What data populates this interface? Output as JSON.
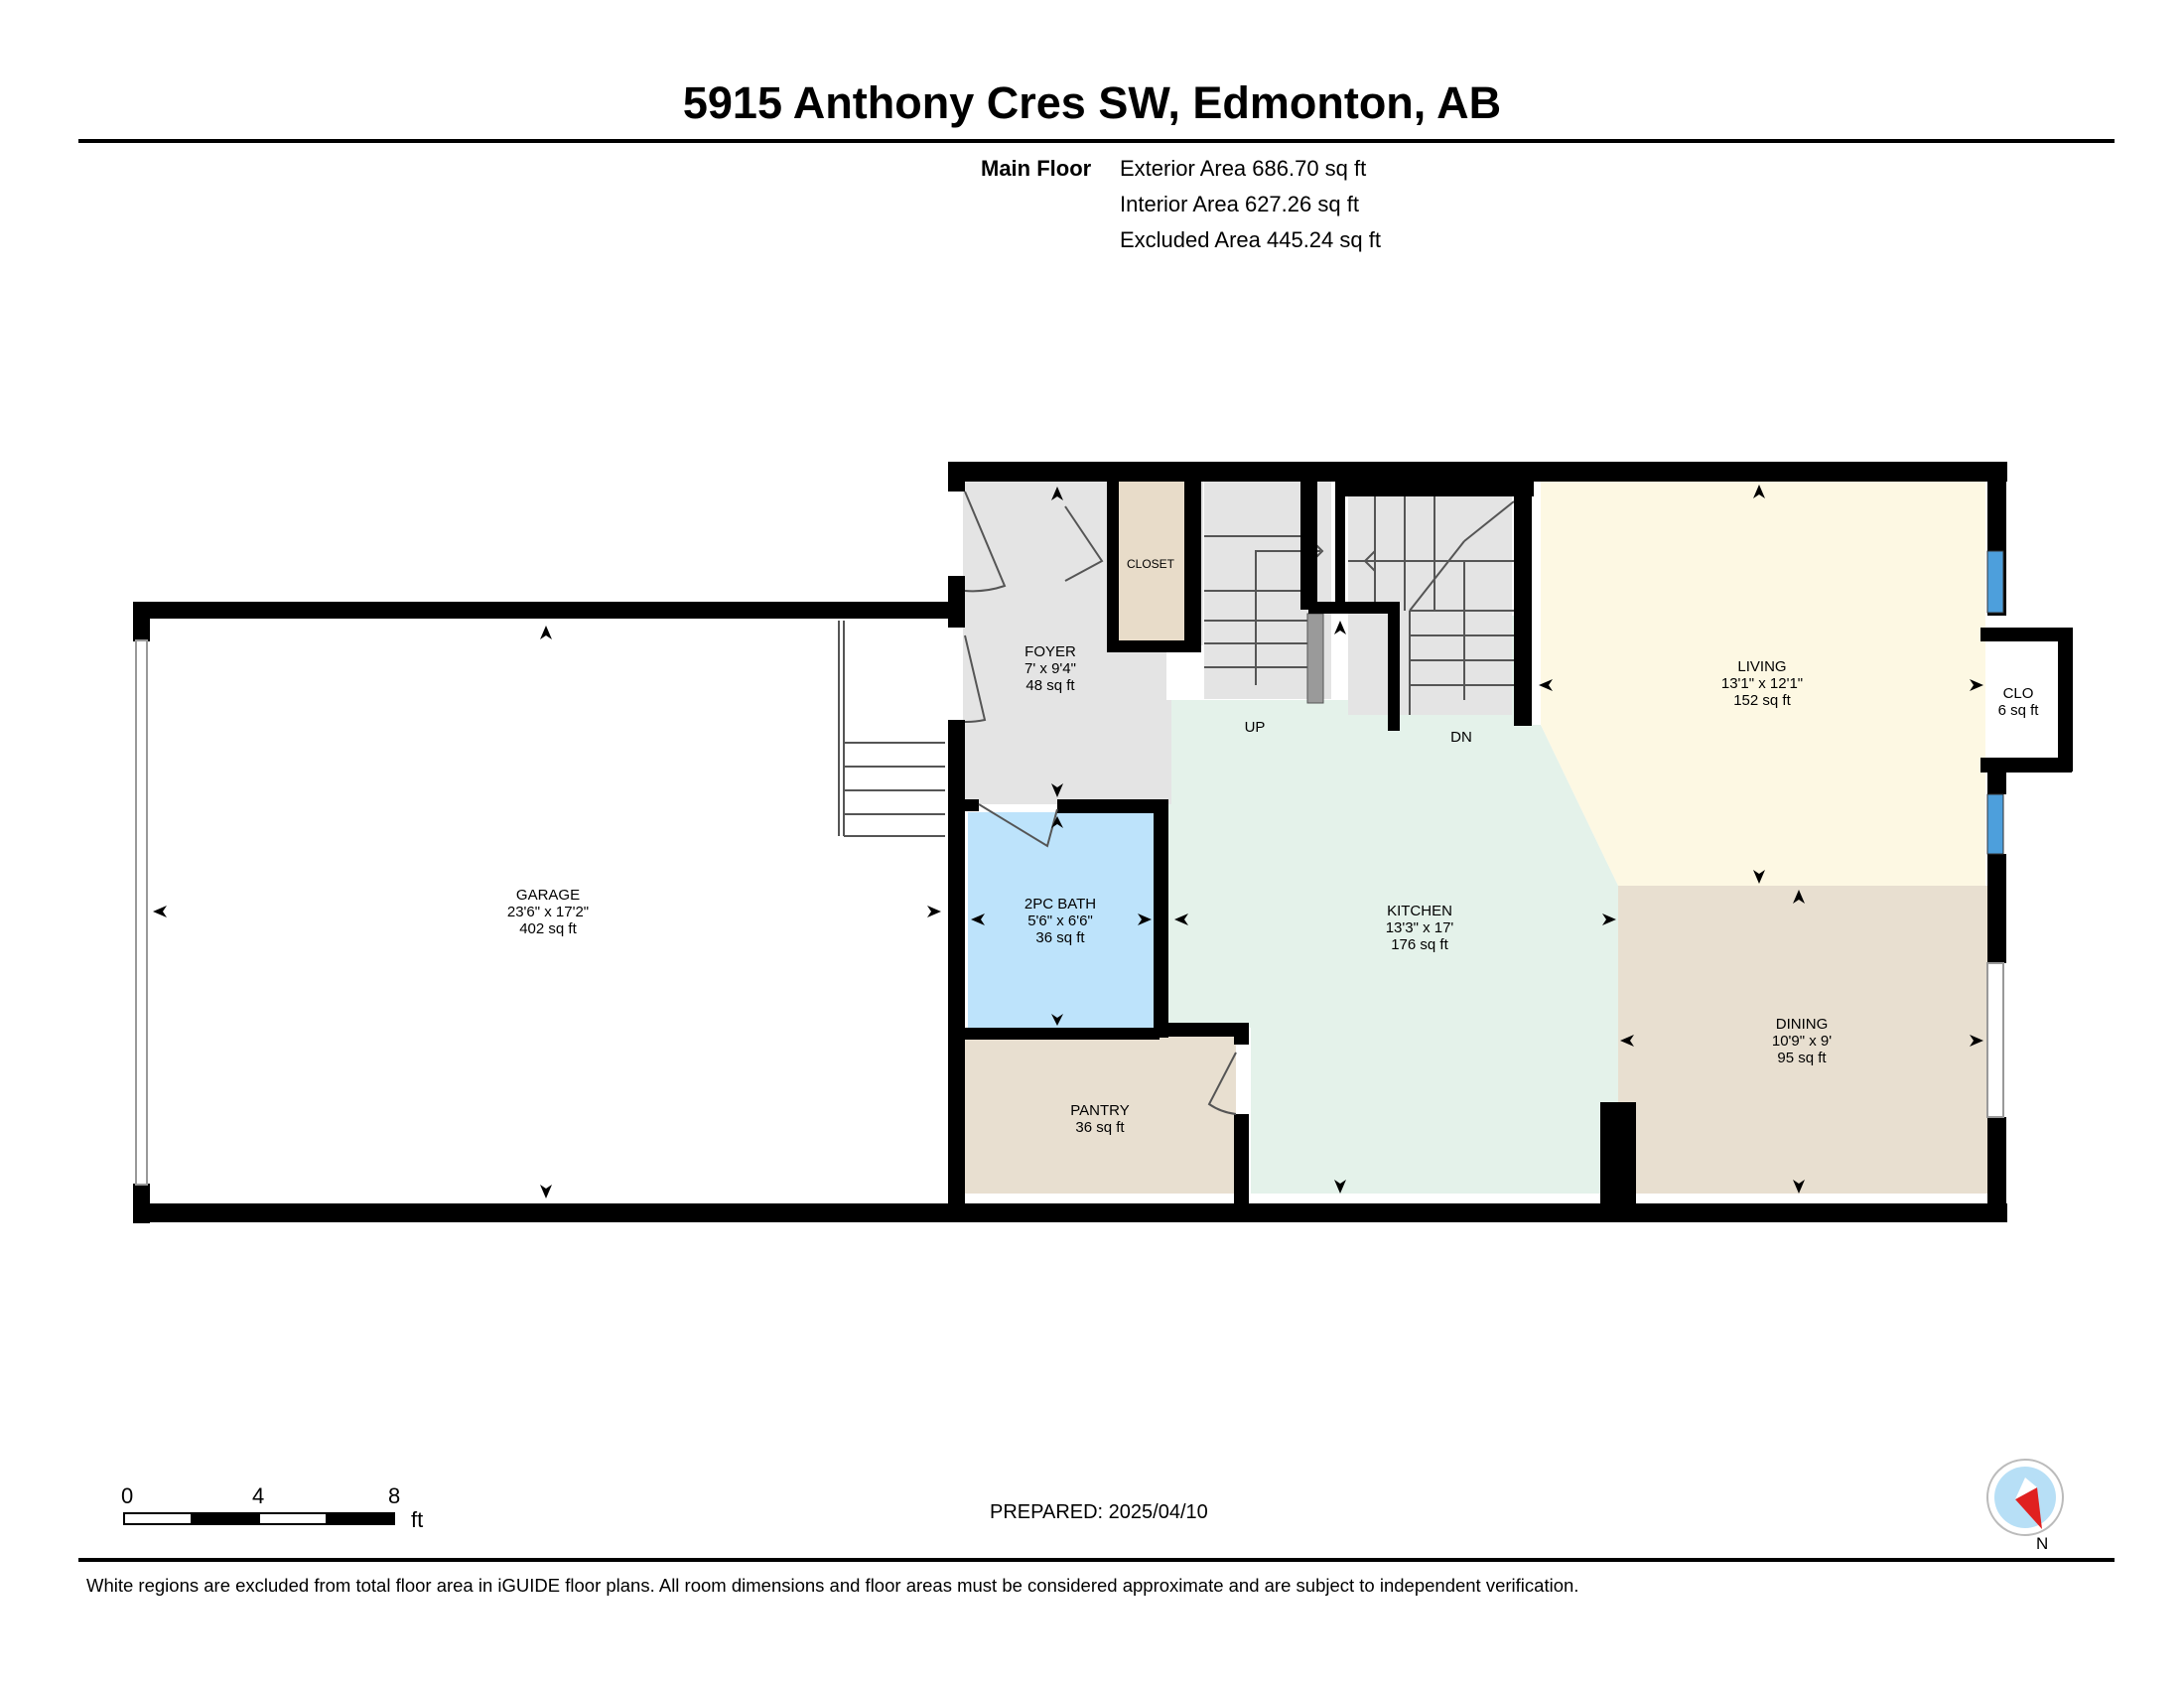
{
  "title": "5915 Anthony Cres SW, Edmonton, AB",
  "floor_summary": {
    "floor_name": "Main Floor",
    "exterior_area": "Exterior Area 686.70 sq ft",
    "interior_area": "Interior Area 627.26 sq ft",
    "excluded_area": "Excluded Area 445.24 sq ft"
  },
  "rooms": {
    "garage": {
      "name": "GARAGE",
      "dims": "23'6\" x 17'2\"",
      "area": "402 sq ft",
      "fill": "#ffffff"
    },
    "foyer": {
      "name": "FOYER",
      "dims": "7' x 9'4\"",
      "area": "48 sq ft",
      "fill": "#e4e4e4"
    },
    "closet": {
      "name": "CLOSET",
      "fill": "#e8dcc9"
    },
    "bath": {
      "name": "2PC BATH",
      "dims": "5'6\" x 6'6\"",
      "area": "36 sq ft",
      "fill": "#bde3fb"
    },
    "pantry": {
      "name": "PANTRY",
      "area": "36 sq ft",
      "fill": "#e8dfd0"
    },
    "kitchen": {
      "name": "KITCHEN",
      "dims": "13'3\" x 17'",
      "area": "176 sq ft",
      "fill": "#e4f2ea"
    },
    "living": {
      "name": "LIVING",
      "dims": "13'1\" x 12'1\"",
      "area": "152 sq ft",
      "fill": "#fdf8e3"
    },
    "dining": {
      "name": "DINING",
      "dims": "10'9\" x 9'",
      "area": "95 sq ft",
      "fill": "#e8dfd0"
    },
    "clo": {
      "name": "CLO",
      "area": "6 sq ft",
      "fill": "#ffffff"
    },
    "stairs_up_label": "UP",
    "stairs_down_label": "DN"
  },
  "colors": {
    "wall": "#000000",
    "window": "#4d9fdc",
    "stairs": "#e4e4e4"
  },
  "scale_bar": {
    "labels": [
      "0",
      "4",
      "8"
    ],
    "unit": "ft"
  },
  "prepared": "PREPARED: 2025/04/10",
  "compass": {
    "label": "N",
    "icon": "compass-icon"
  },
  "footer": "White regions are excluded from total floor area in iGUIDE floor plans. All room dimensions and floor areas must be considered approximate and are subject to independent verification."
}
